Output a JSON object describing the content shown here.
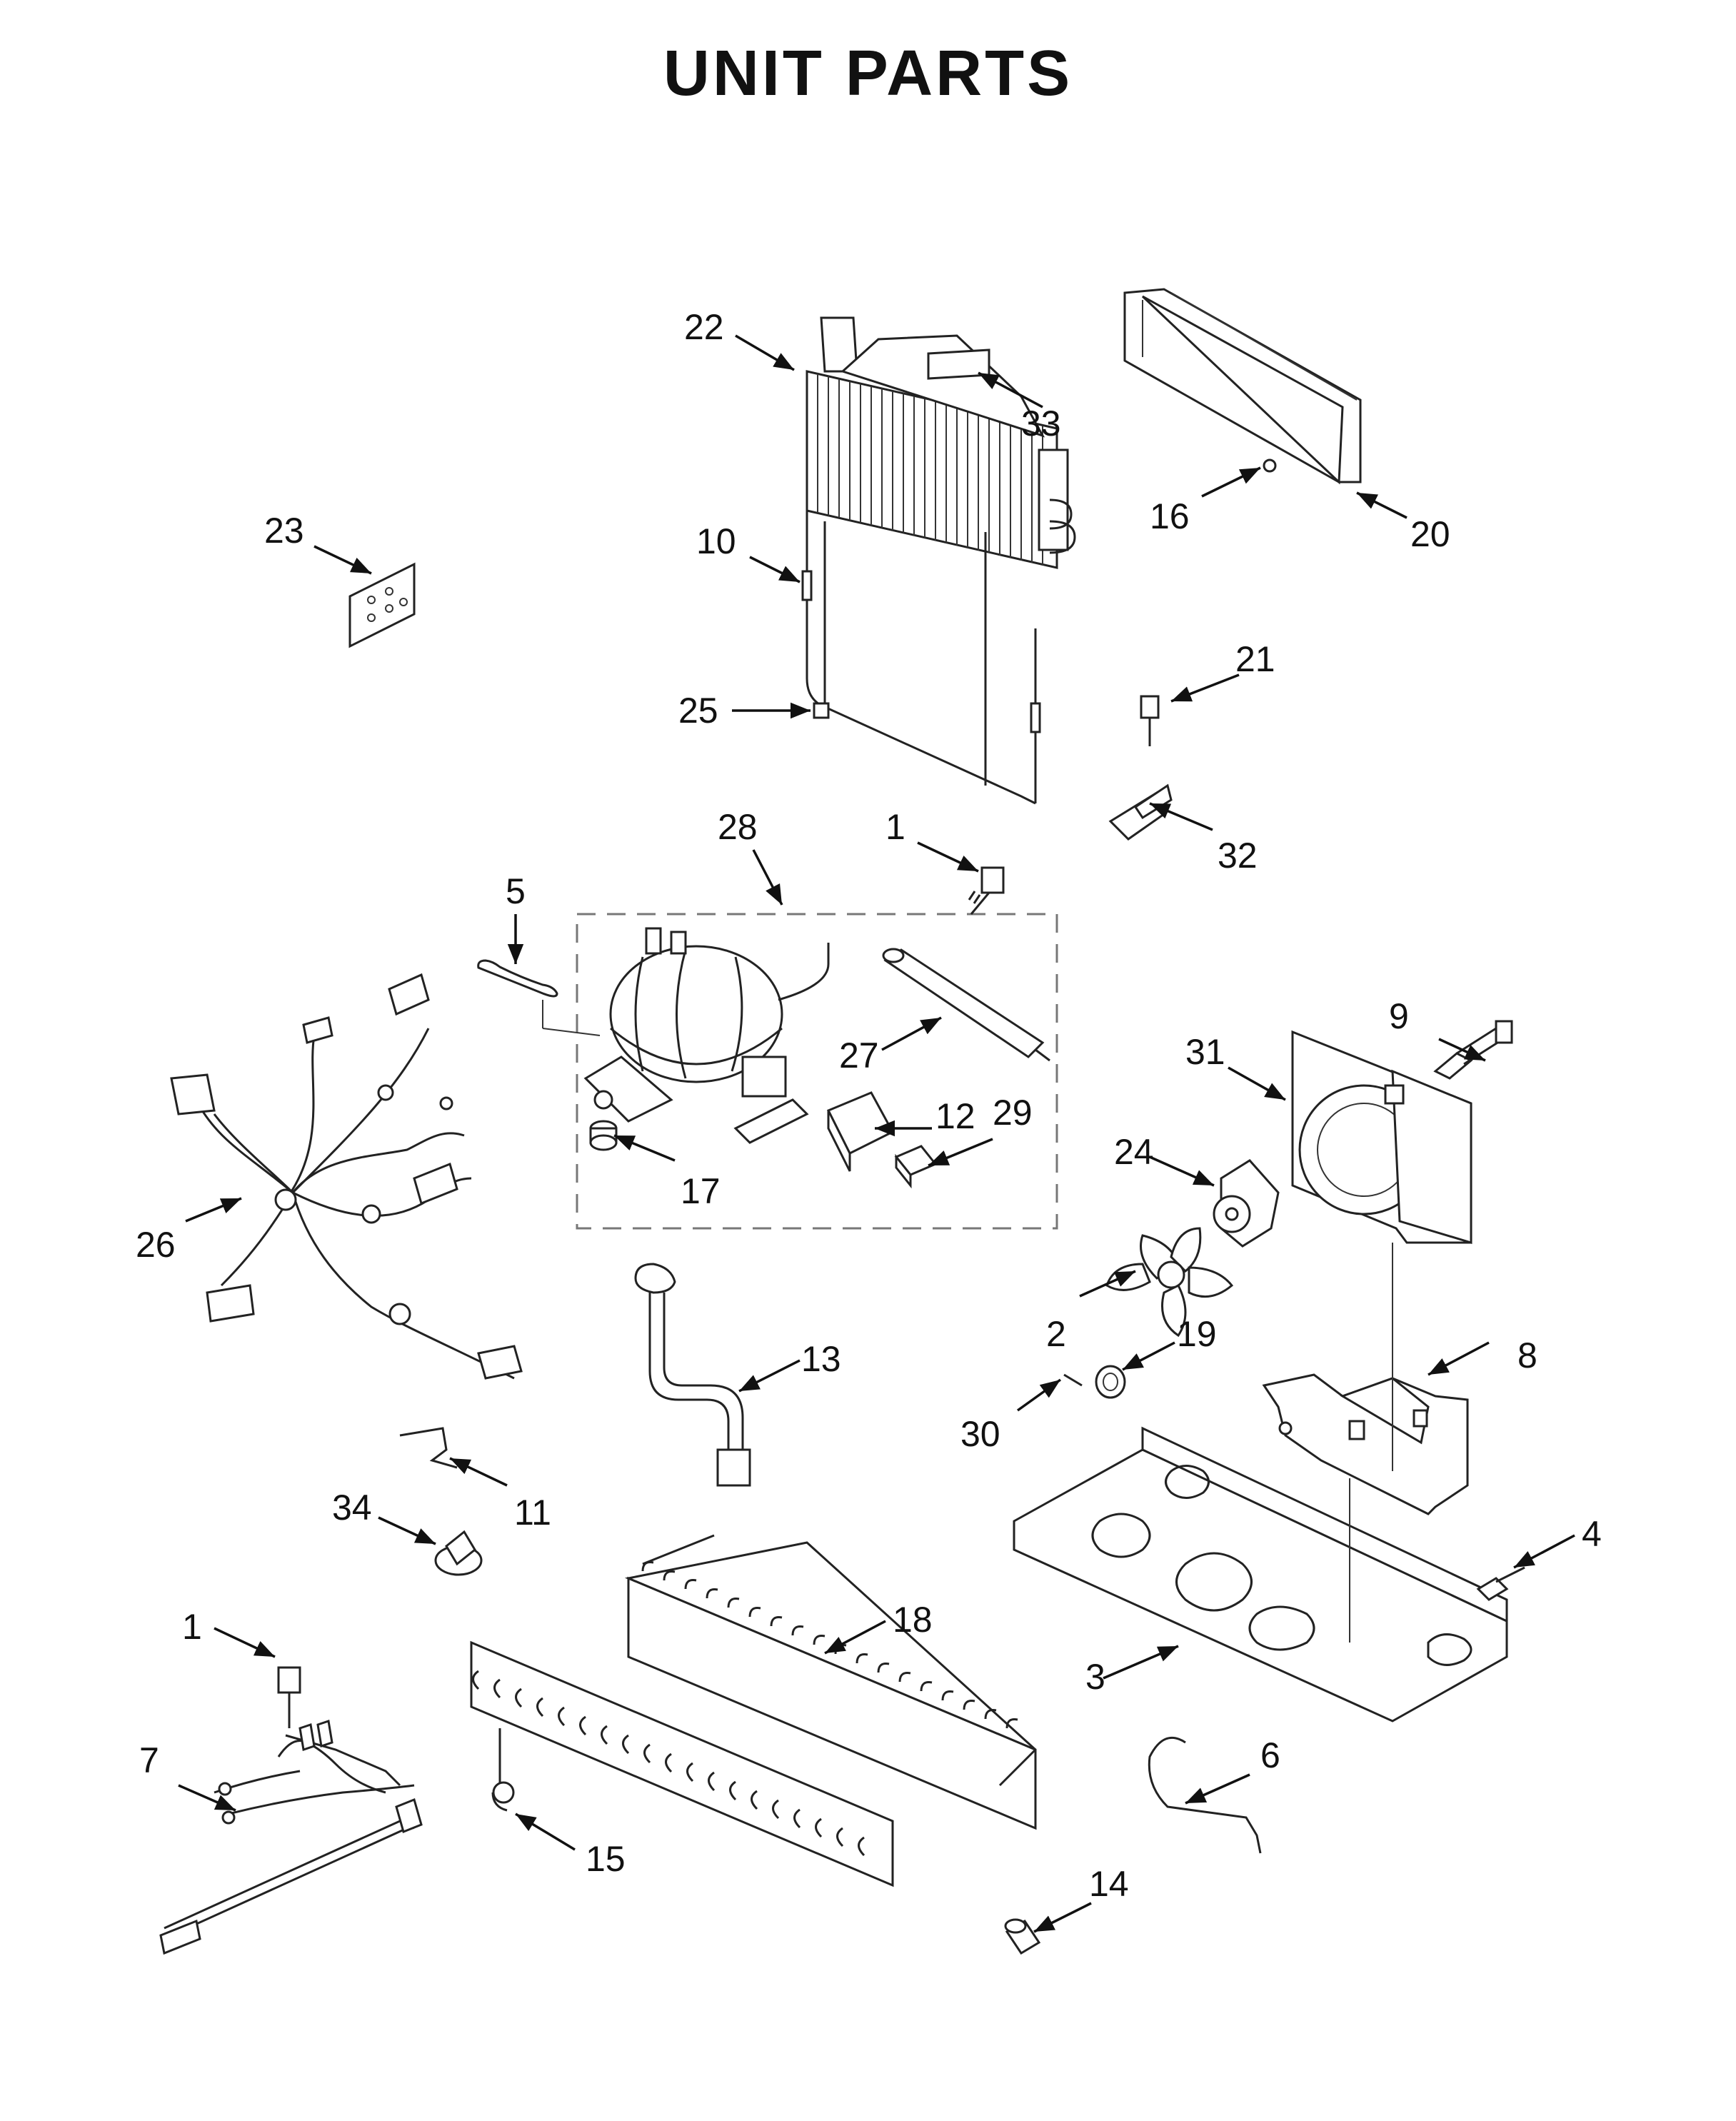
{
  "title": "UNIT PARTS",
  "callouts": [
    {
      "id": "c22",
      "label": "22"
    },
    {
      "id": "c33",
      "label": "33"
    },
    {
      "id": "c16",
      "label": "16"
    },
    {
      "id": "c20",
      "label": "20"
    },
    {
      "id": "c23",
      "label": "23"
    },
    {
      "id": "c10",
      "label": "10"
    },
    {
      "id": "c21",
      "label": "21"
    },
    {
      "id": "c25",
      "label": "25"
    },
    {
      "id": "c32",
      "label": "32"
    },
    {
      "id": "c28",
      "label": "28"
    },
    {
      "id": "c1a",
      "label": "1"
    },
    {
      "id": "c5",
      "label": "5"
    },
    {
      "id": "c9",
      "label": "9"
    },
    {
      "id": "c31",
      "label": "31"
    },
    {
      "id": "c27",
      "label": "27"
    },
    {
      "id": "c12",
      "label": "12"
    },
    {
      "id": "c29",
      "label": "29"
    },
    {
      "id": "c24",
      "label": "24"
    },
    {
      "id": "c17",
      "label": "17"
    },
    {
      "id": "c26",
      "label": "26"
    },
    {
      "id": "c2",
      "label": "2"
    },
    {
      "id": "c19",
      "label": "19"
    },
    {
      "id": "c8",
      "label": "8"
    },
    {
      "id": "c13",
      "label": "13"
    },
    {
      "id": "c30",
      "label": "30"
    },
    {
      "id": "c11",
      "label": "11"
    },
    {
      "id": "c34",
      "label": "34"
    },
    {
      "id": "c4",
      "label": "4"
    },
    {
      "id": "c18",
      "label": "18"
    },
    {
      "id": "c1b",
      "label": "1"
    },
    {
      "id": "c3",
      "label": "3"
    },
    {
      "id": "c7",
      "label": "7"
    },
    {
      "id": "c6",
      "label": "6"
    },
    {
      "id": "c15",
      "label": "15"
    },
    {
      "id": "c14",
      "label": "14"
    }
  ]
}
